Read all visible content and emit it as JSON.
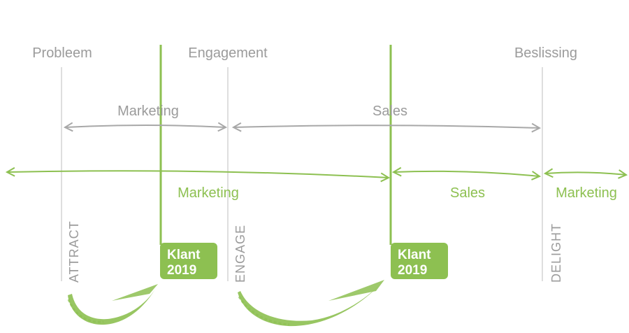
{
  "colors": {
    "gray": "#c4c4c4",
    "gray_text": "#9b9b9b",
    "green": "#8dc051",
    "badge": "#8dc051"
  },
  "stages": {
    "problem": "Probleem",
    "engagement": "Engagement",
    "decision": "Beslissing"
  },
  "gray_arrows": {
    "left_label": "Marketing",
    "right_label": "Sales"
  },
  "green_arrows": {
    "left_label": "Marketing",
    "middle_label": "Sales",
    "right_label": "Marketing"
  },
  "phases": {
    "attract": "ATTRACT",
    "engage": "ENGAGE",
    "delight": "DELIGHT"
  },
  "badges": [
    {
      "line1": "Klant",
      "line2": "2019"
    },
    {
      "line1": "Klant",
      "line2": "2019"
    }
  ]
}
